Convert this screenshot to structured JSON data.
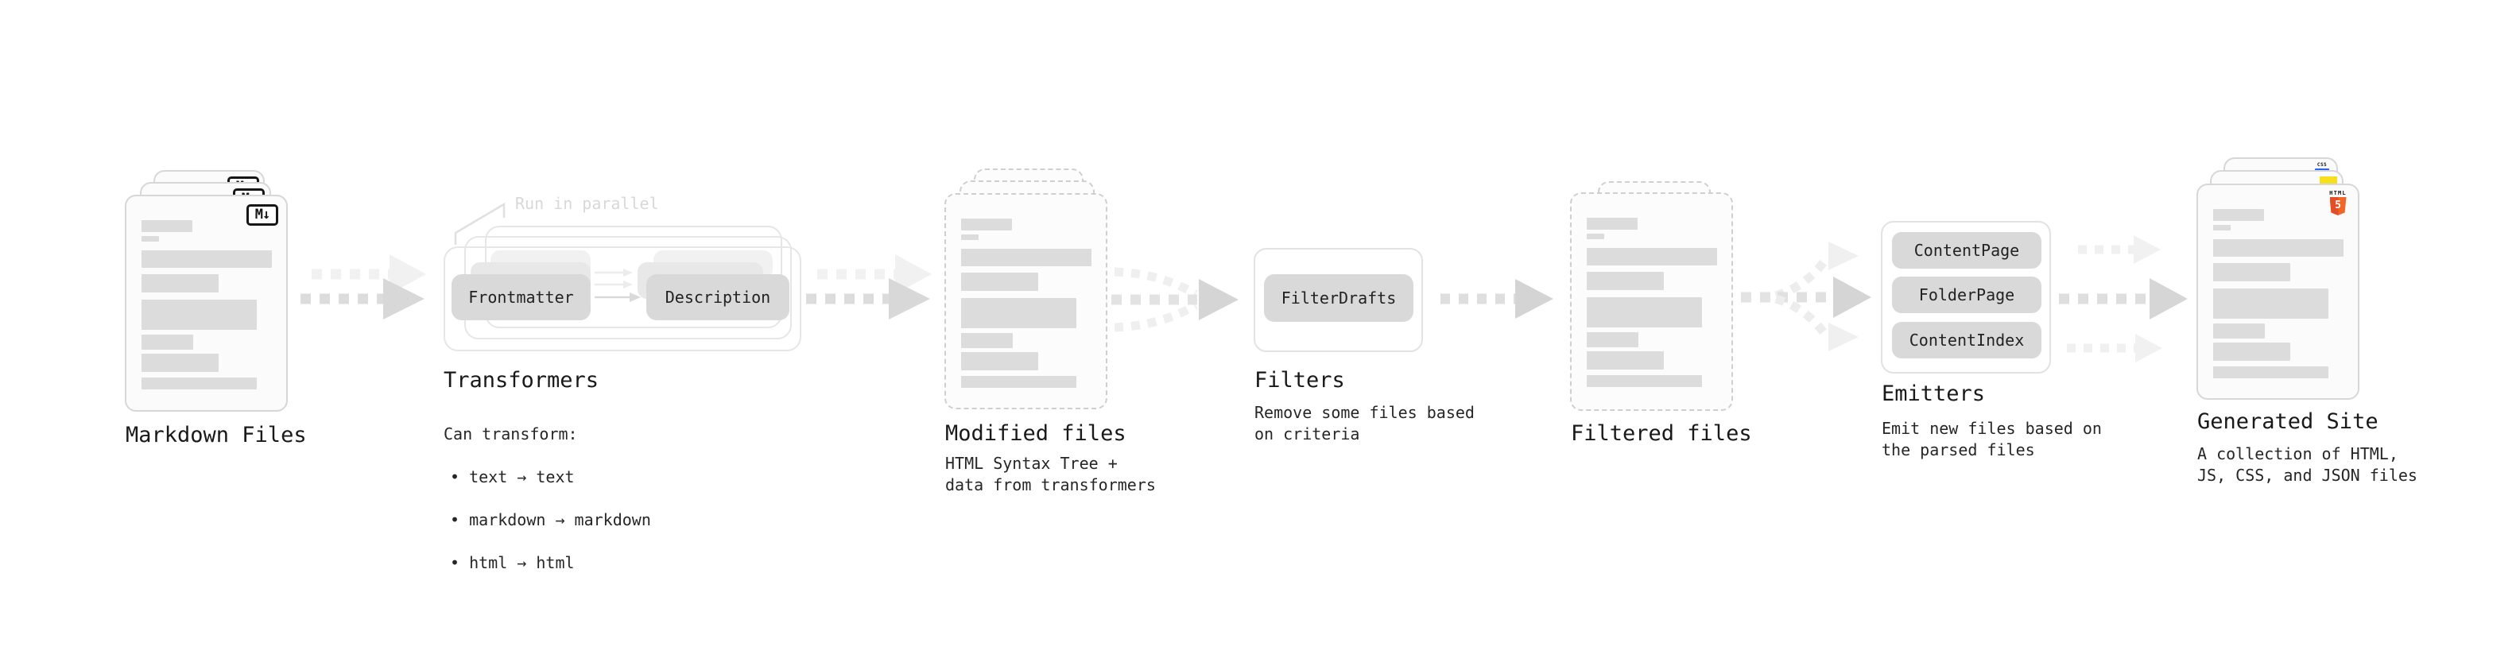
{
  "colors": {
    "html5_orange": "#e44d26",
    "html5_orange_light": "#f16529",
    "js_yellow": "#f7df1e",
    "css_blue": "#2965f1",
    "chip_gray": "#d9d9d9",
    "arrow_gray": "#dcdcdc",
    "text_dark": "#1f1f1f",
    "note_gray": "#d8d8d8"
  },
  "markdown": {
    "label": "Markdown Files",
    "badge": "M↓"
  },
  "transformers": {
    "note": "Run in parallel",
    "chip_left": "Frontmatter",
    "chip_right": "Description",
    "heading": "Transformers",
    "desc_title": "Can transform:",
    "bullets": [
      "• text → text",
      "• markdown → markdown",
      "• html → html"
    ]
  },
  "modified": {
    "label": "Modified files",
    "desc": "HTML Syntax Tree +\ndata from transformers"
  },
  "filters": {
    "heading": "Filters",
    "chip": "FilterDrafts",
    "desc": "Remove some files based\non criteria"
  },
  "filtered": {
    "label": "Filtered files"
  },
  "emitters": {
    "heading": "Emitters",
    "chips": [
      "ContentPage",
      "FolderPage",
      "ContentIndex"
    ],
    "desc": "Emit new files based on\nthe parsed files"
  },
  "generated": {
    "label": "Generated Site",
    "badges": {
      "css": "CSS",
      "html_word": "HTML",
      "html_number": "5"
    },
    "desc": "A collection of HTML,\nJS, CSS, and JSON files"
  }
}
